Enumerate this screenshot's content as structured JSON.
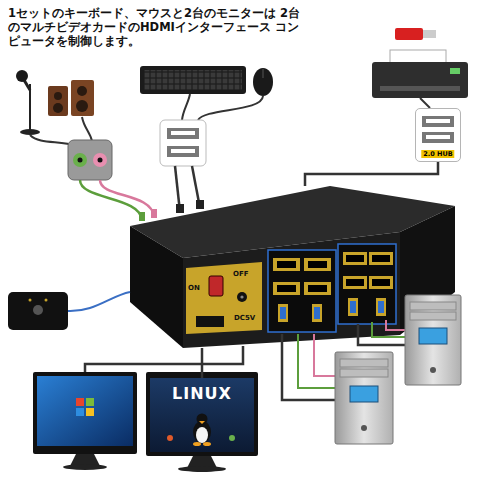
{
  "diagram": {
    "title": "1セットのキーボード、マウスと2台のモニターは 2台のマルチビデオカードのHDMIインターフェース コンピュータを制御します。",
    "nodes": [
      {
        "text": [
          "2.0 HUB"
        ]
      },
      {
        "text": [
          "ON",
          "OFF",
          "DC5V"
        ]
      },
      {
        "text": [
          "LINUX"
        ]
      }
    ],
    "edges": [
      {
        "from": 0,
        "to": 1,
        "arrow": "none"
      },
      {
        "from": 1,
        "to": 2,
        "arrow": "none"
      }
    ]
  }
}
